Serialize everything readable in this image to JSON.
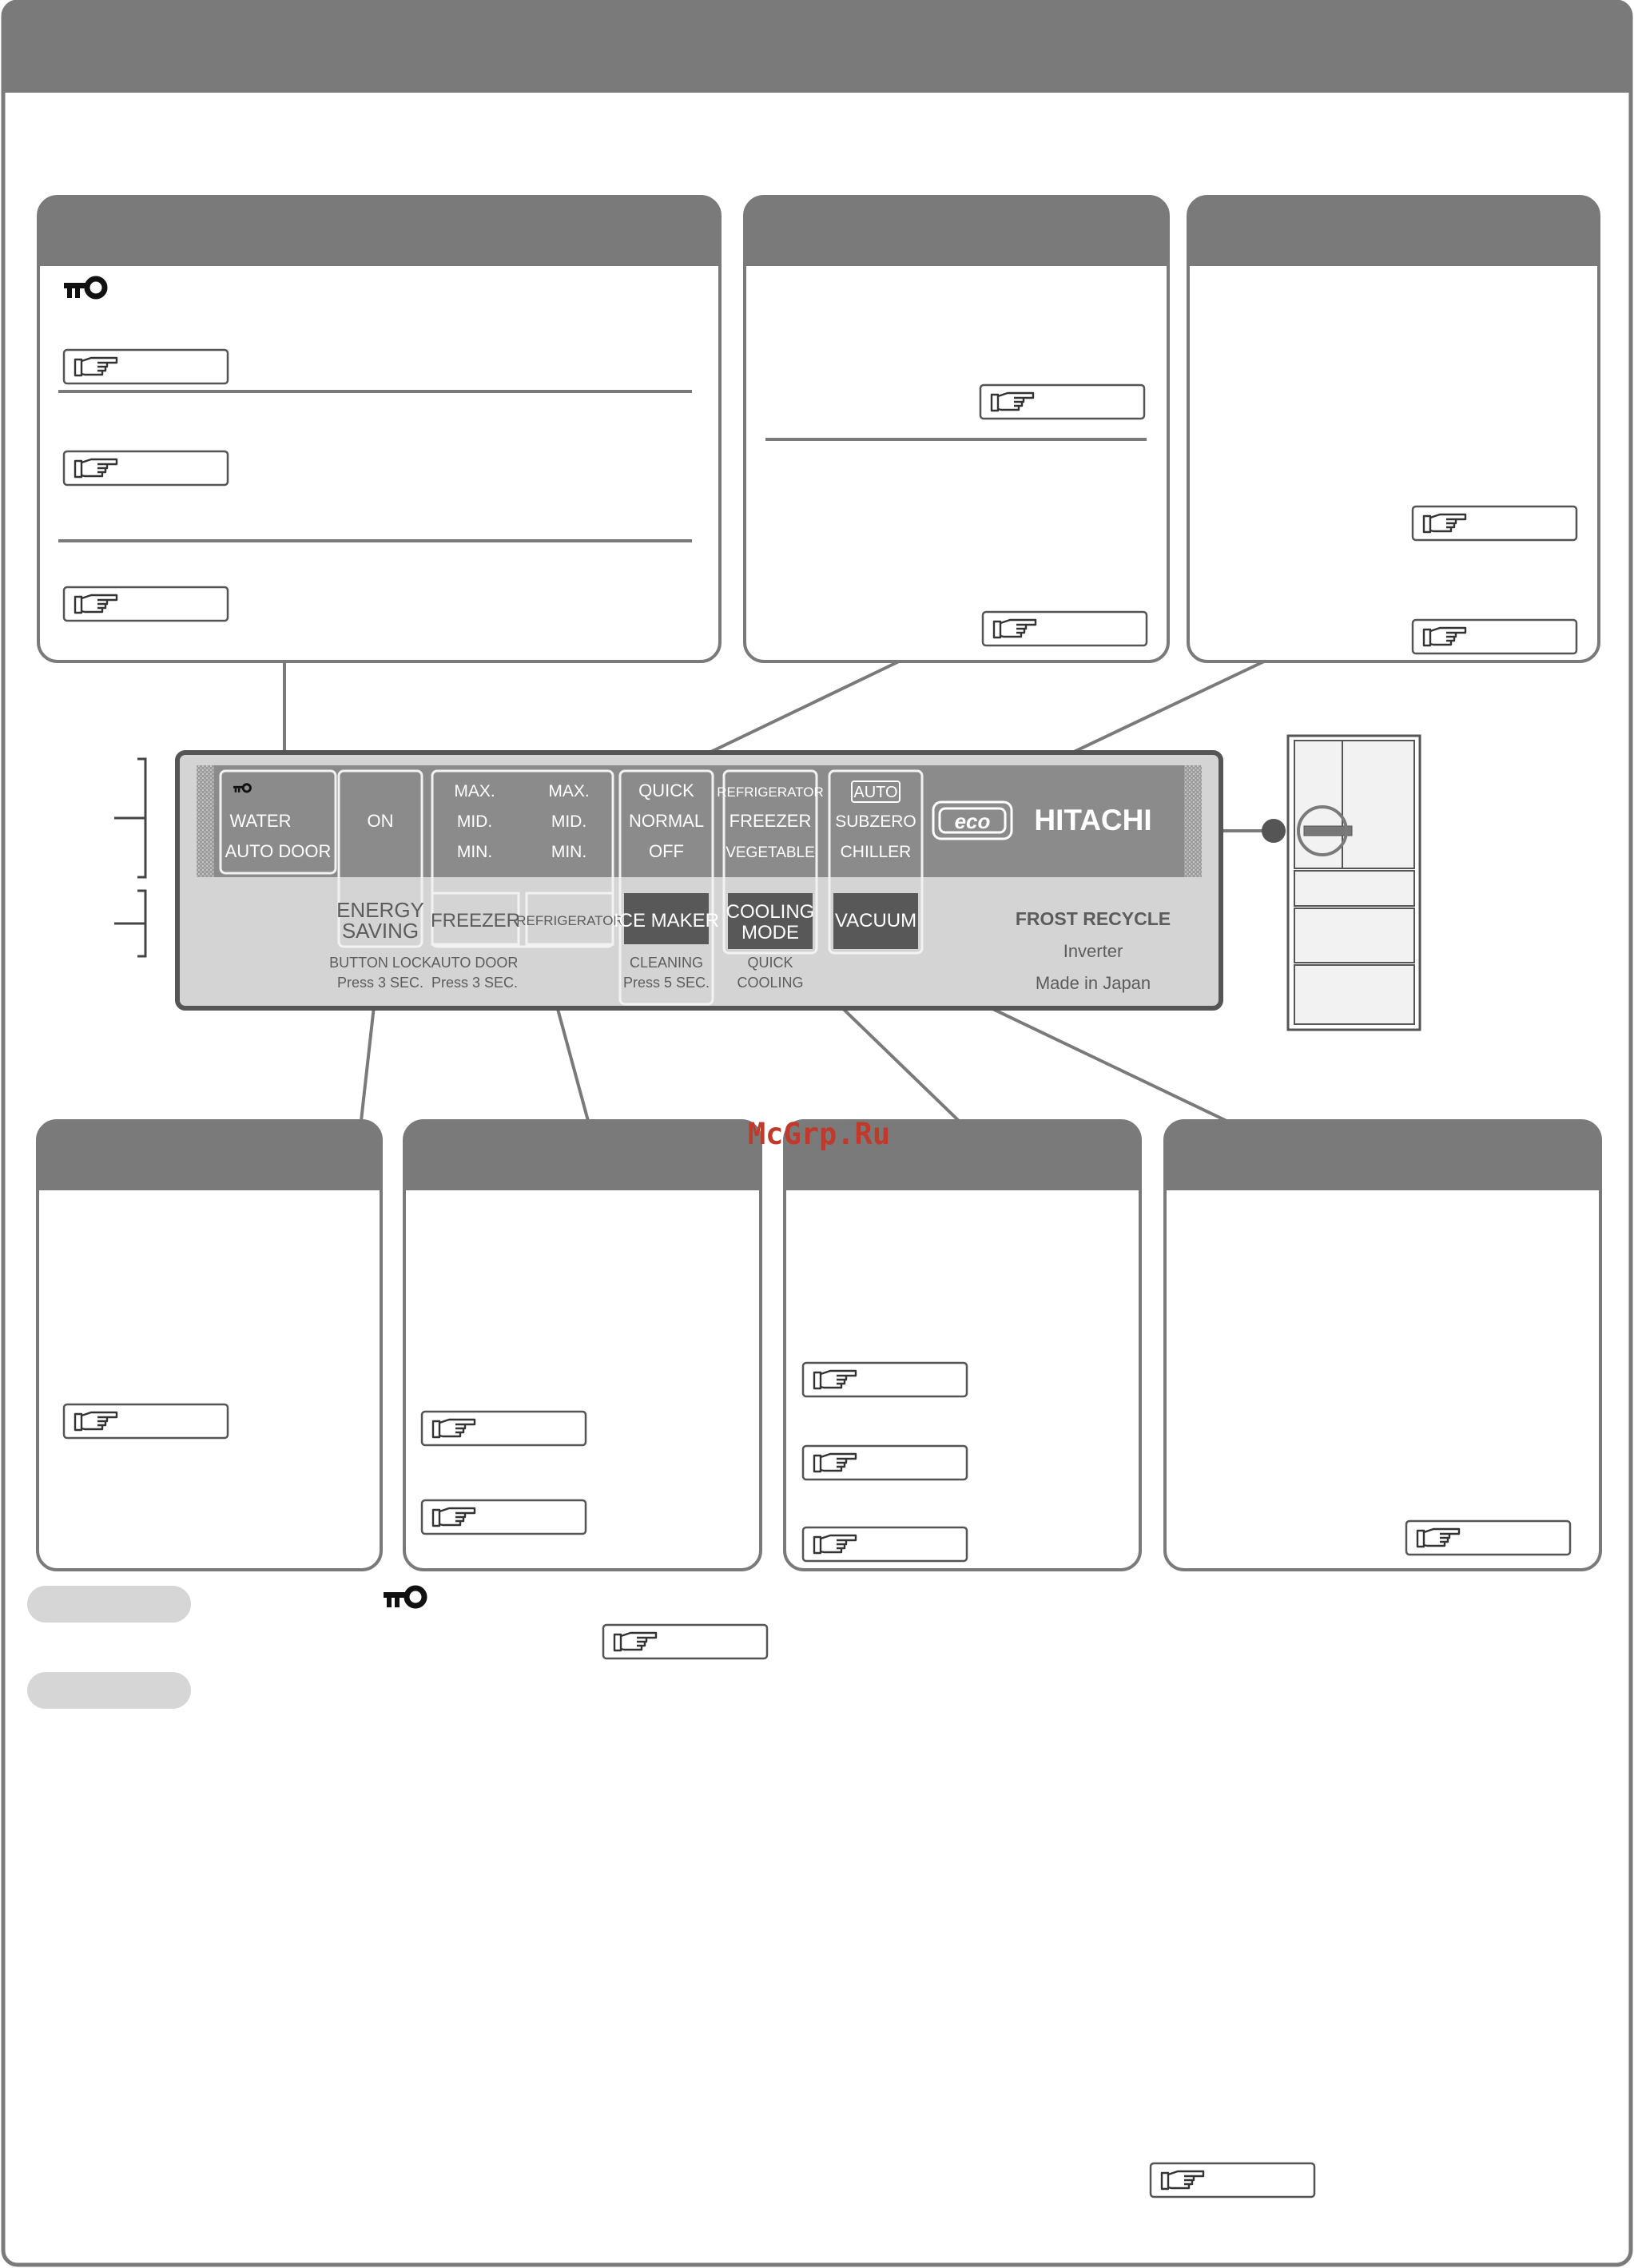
{
  "control_panel": {
    "indicator_rows": {
      "lock_group": [
        "WATER",
        "AUTO DOOR"
      ],
      "energy_saving_group": [
        "ON"
      ],
      "freezer_group": [
        "MAX.",
        "MID.",
        "MIN."
      ],
      "refrigerator_group": [
        "MAX.",
        "MID.",
        "MIN."
      ],
      "ice_maker_group": [
        "QUICK",
        "NORMAL",
        "OFF"
      ],
      "cooling_mode_group": [
        "REFRIGERATOR",
        "FREEZER",
        "VEGETABLE"
      ],
      "vacuum_group": [
        "AUTO",
        "SUBZERO",
        "CHILLER"
      ]
    },
    "buttons": {
      "energy_saving": [
        "ENERGY",
        "SAVING"
      ],
      "freezer": "FREEZER",
      "refrigerator": "REFRIGERATOR",
      "ice_maker": "ICE MAKER",
      "cooling_mode": [
        "COOLING",
        "MODE"
      ],
      "vacuum": "VACUUM"
    },
    "button_sublabels": {
      "energy_saving": [
        "BUTTON LOCK",
        "Press 3 SEC."
      ],
      "freezer_refrigerator": [
        "AUTO DOOR",
        "Press 3 SEC."
      ],
      "ice_maker": [
        "CLEANING",
        "Press 5 SEC."
      ],
      "cooling_mode": [
        "QUICK",
        "COOLING"
      ]
    },
    "eco_badge": "eco",
    "brand": "HITACHI",
    "frost_recycle": "FROST RECYCLE",
    "inverter": "Inverter",
    "made_in": "Made in Japan"
  },
  "icons": {
    "lock": "key-lock-icon",
    "page_reference": "pointing-hand-icon"
  },
  "watermark": "McGrp.Ru",
  "colors": {
    "header_gray": "#7b7a7a",
    "panel_gray": "#8c8b8b",
    "button_dark": "#585858",
    "pill_gray": "#d6d6d6"
  }
}
